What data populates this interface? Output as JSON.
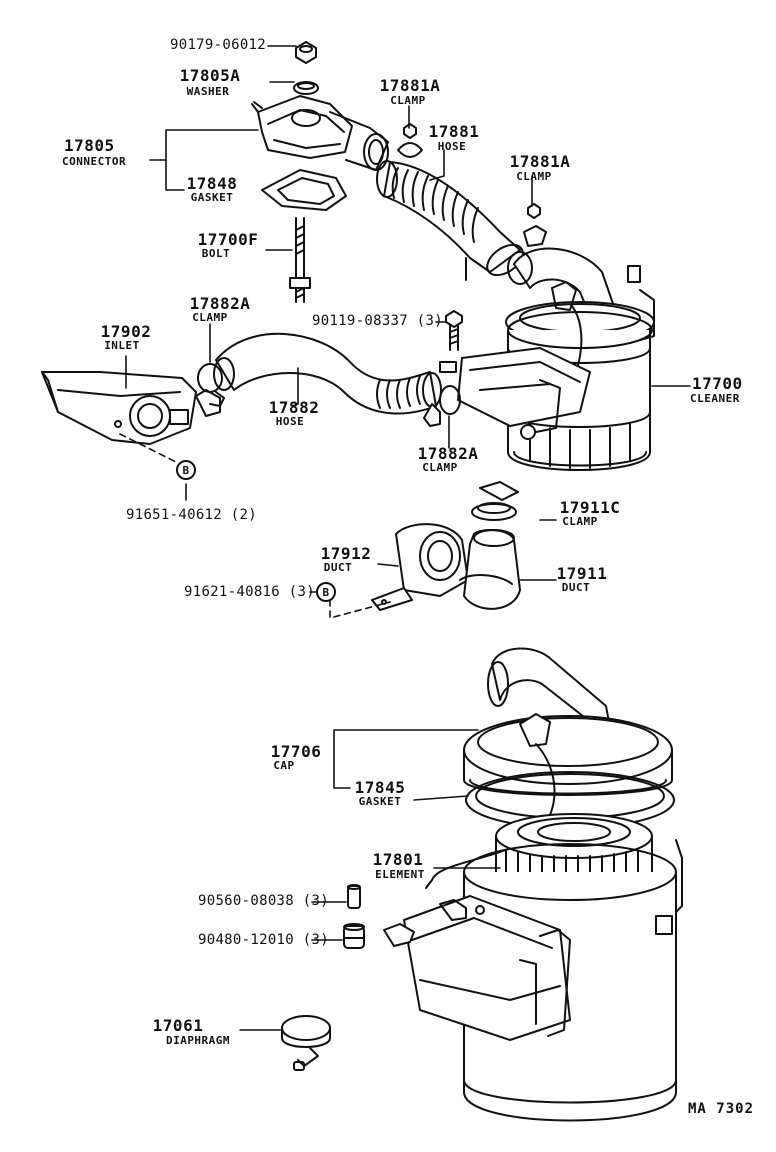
{
  "callouts": {
    "nut_90179": {
      "number": "90179-06012"
    },
    "washer": {
      "number": "17805A",
      "name": "WASHER"
    },
    "clamp_17881a_top": {
      "number": "17881A",
      "name": "CLAMP"
    },
    "hose_17881": {
      "number": "17881",
      "name": "HOSE"
    },
    "connector": {
      "number": "17805",
      "name": "CONNECTOR"
    },
    "gasket_17848": {
      "number": "17848",
      "name": "GASKET"
    },
    "clamp_17881a_right": {
      "number": "17881A",
      "name": "CLAMP"
    },
    "bolt": {
      "number": "17700F",
      "name": "BOLT"
    },
    "clamp_17882a_left": {
      "number": "17882A",
      "name": "CLAMP"
    },
    "bolt_90119": {
      "number": "90119-08337 (3)"
    },
    "inlet": {
      "number": "17902",
      "name": "INLET"
    },
    "hose_17882": {
      "number": "17882",
      "name": "HOSE"
    },
    "cleaner": {
      "number": "17700",
      "name": "CLEANER"
    },
    "clamp_17882a_right": {
      "number": "17882A",
      "name": "CLAMP"
    },
    "marker_b1": {
      "number": "B"
    },
    "screw_91651": {
      "number": "91651-40612 (2)"
    },
    "clamp_17911c": {
      "number": "17911C",
      "name": "CLAMP"
    },
    "duct_17912": {
      "number": "17912",
      "name": "DUCT"
    },
    "duct_17911": {
      "number": "17911",
      "name": "DUCT"
    },
    "screw_91621": {
      "number": "91621-40816 (3)"
    },
    "marker_b2": {
      "number": "B"
    },
    "cap": {
      "number": "17706",
      "name": "CAP"
    },
    "gasket_17845": {
      "number": "17845",
      "name": "GASKET"
    },
    "element": {
      "number": "17801",
      "name": "ELEMENT"
    },
    "part_90560": {
      "number": "90560-08038 (3)"
    },
    "part_90480": {
      "number": "90480-12010 (3)"
    },
    "diaphragm": {
      "number": "17061",
      "name": "DIAPHRAGM"
    }
  },
  "diagram_code": "MA  7302"
}
